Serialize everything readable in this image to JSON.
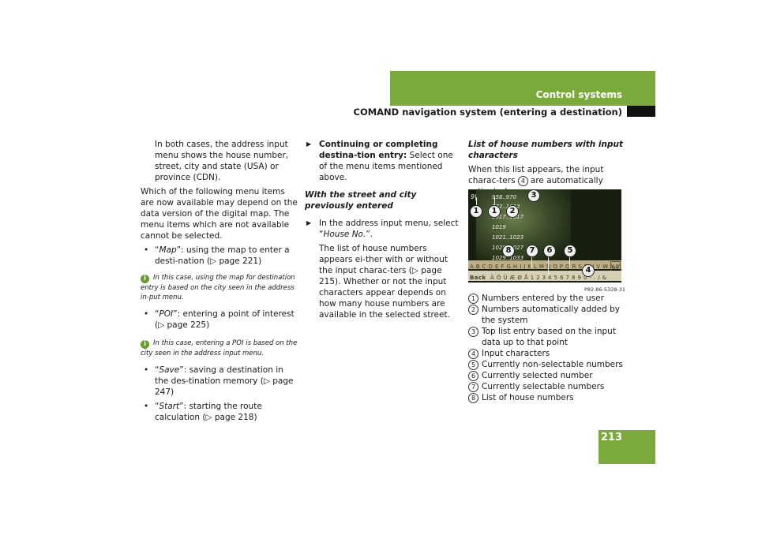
{
  "header": {
    "section": "Control systems",
    "subtitle": "COMAND navigation system (entering a destination)",
    "page": "213"
  },
  "col1": {
    "p1": "In both cases, the address input menu shows the house number, street, city and state (USA) or province (CDN).",
    "p2": "Which of the following menu items are now available may depend on the data version of the digital map. The menu items which are not available cannot be selected.",
    "b1_term": "Map",
    "b1_rest": ": using the map to enter a desti-nation (▷ page 221)",
    "n1": "In this case, using the map for destination entry is based on the city seen in the address in-put menu.",
    "b2_term": "POI",
    "b2_rest": ": entering a point of interest (▷ page 225)",
    "n2": "In this case, entering a POI is based on the city seen in the address input menu.",
    "b3_term": "Save",
    "b3_rest": ": saving a destination in the des-tination memory (▷ page 247)",
    "b4_term": "Start",
    "b4_rest": ": starting the route calculation (▷ page 218)"
  },
  "col2": {
    "s1_bold": "Continuing or completing destina-tion entry:",
    "s1_rest": " Select one of the menu items mentioned above.",
    "heading": "With the street and city previously entered",
    "s2_pre": "In the address input menu, select “",
    "s2_term": "House No.",
    "s2_post": "”.",
    "p3": "The list of house numbers appears ei-ther with or without the input charac-ters (▷ page 215). Whether or not the input characters appear depends on how many house numbers are available in the selected street."
  },
  "col3": {
    "heading": "List of house numbers with input characters",
    "intro_pre": "When this list appears, the input charac-ters",
    "intro_ref": "4",
    "intro_post": "are automatically activated.",
    "figure": {
      "code": "P82.86-5328-31",
      "field": "9|",
      "list": [
        "958..970",
        "972..1012",
        "1017..1017",
        "1019",
        "1021..1023",
        "1025..1027",
        "1029..1033"
      ],
      "keys_row1": "A B C D E F G H I J K L M N O P Q R S T U V W X Y Z _",
      "keys_ok": "ok",
      "keys_back": "Back",
      "keys_row2": "Ä Ö Ü Æ Ø Å  1 2 3 4 5 6 7 8 9 0 - . / &"
    },
    "legend": [
      {
        "n": "1",
        "text": "Numbers entered by the user"
      },
      {
        "n": "2",
        "text": "Numbers automatically added by the system"
      },
      {
        "n": "3",
        "text": "Top list entry based on the input data up to that point"
      },
      {
        "n": "4",
        "text": "Input characters"
      },
      {
        "n": "5",
        "text": "Currently non-selectable numbers"
      },
      {
        "n": "6",
        "text": "Currently selected number"
      },
      {
        "n": "7",
        "text": "Currently selectable numbers"
      },
      {
        "n": "8",
        "text": "List of house numbers"
      }
    ]
  }
}
